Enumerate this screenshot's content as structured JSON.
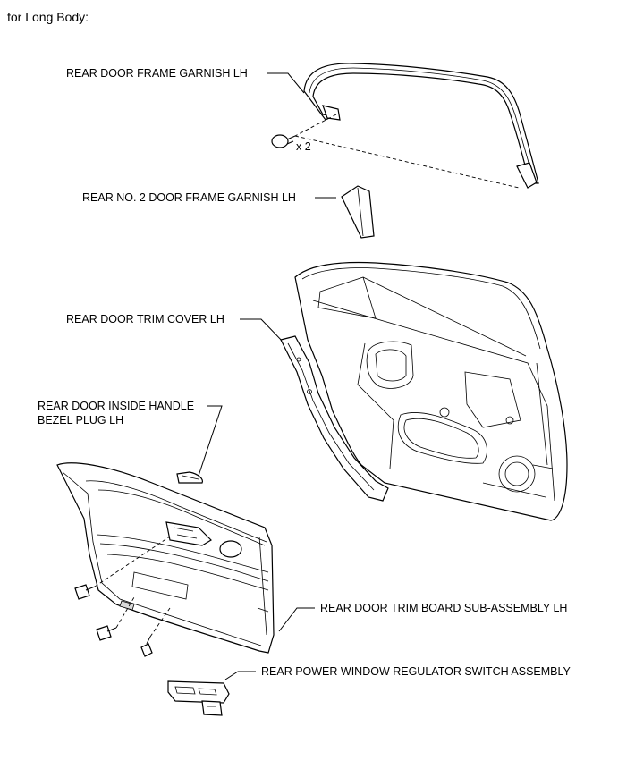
{
  "header": {
    "text": "for Long Body:"
  },
  "labels": {
    "frame_garnish": "REAR DOOR FRAME GARNISH LH",
    "qty": "x 2",
    "no2_garnish": "REAR NO. 2 DOOR FRAME GARNISH LH",
    "trim_cover": "REAR DOOR TRIM COVER LH",
    "bezel_plug_line1": "REAR DOOR INSIDE HANDLE",
    "bezel_plug_line2": "BEZEL PLUG LH",
    "trim_board": "REAR DOOR TRIM BOARD SUB-ASSEMBLY LH",
    "window_switch": "REAR POWER WINDOW REGULATOR SWITCH ASSEMBLY"
  }
}
